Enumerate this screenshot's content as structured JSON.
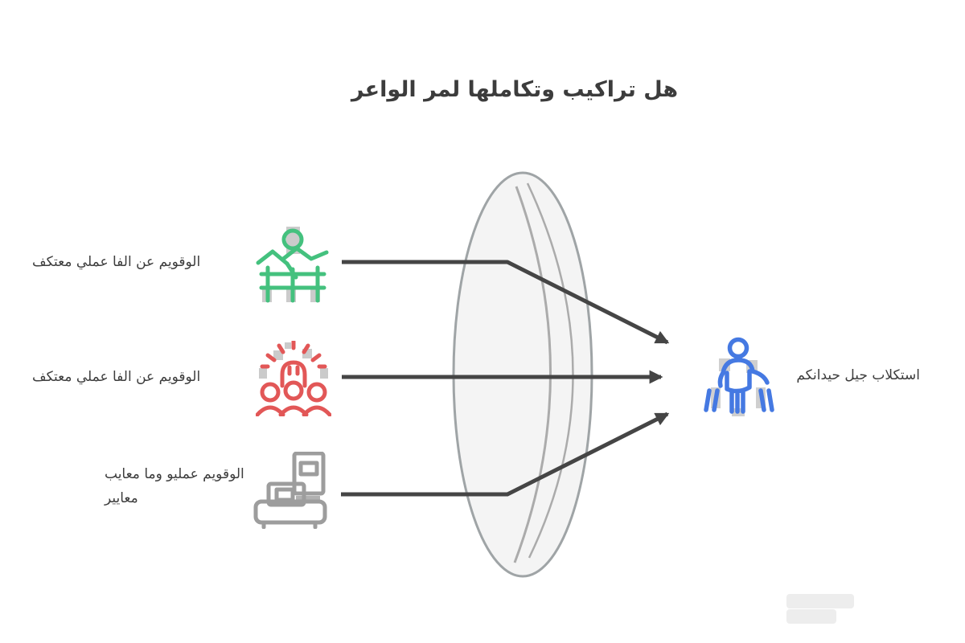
{
  "title": "هل تراكيب وتكاملها لمر الواعر",
  "inputs": [
    {
      "id": "input-1",
      "label": "الوقويم عن الفا عملي معتكف",
      "icon": "leader-fence-icon",
      "color": "#44c17e"
    },
    {
      "id": "input-2",
      "label": "الوقويم عن الفا عملي معتكف",
      "icon": "crowd-sun-icon",
      "color": "#e25757"
    },
    {
      "id": "input-3",
      "label": "الوقويم عمليو وما معايب",
      "label_line2": "معايير",
      "icon": "buildings-icon",
      "color": "#9d9d9d"
    }
  ],
  "lens": {
    "shape": "convex-lens",
    "fill": "#f4f4f4",
    "stroke": "#9fa4a6",
    "inner_arc_stroke": "#ababab"
  },
  "output": {
    "label": "استكلاب جيل حيدانكم",
    "icon": "walking-person-icon",
    "color": "#4579e2"
  },
  "connectors": {
    "count": 3,
    "color": "#454545",
    "arrowheads": "converging-right"
  },
  "colors": {
    "background": "#ffffff",
    "text": "#3c3c3c",
    "line": "#454545",
    "green": "#44c17e",
    "red": "#e25757",
    "gray": "#9d9d9d",
    "blue": "#4579e2",
    "shadow_gray": "#a9a9a9",
    "watermark": "#ededed"
  }
}
